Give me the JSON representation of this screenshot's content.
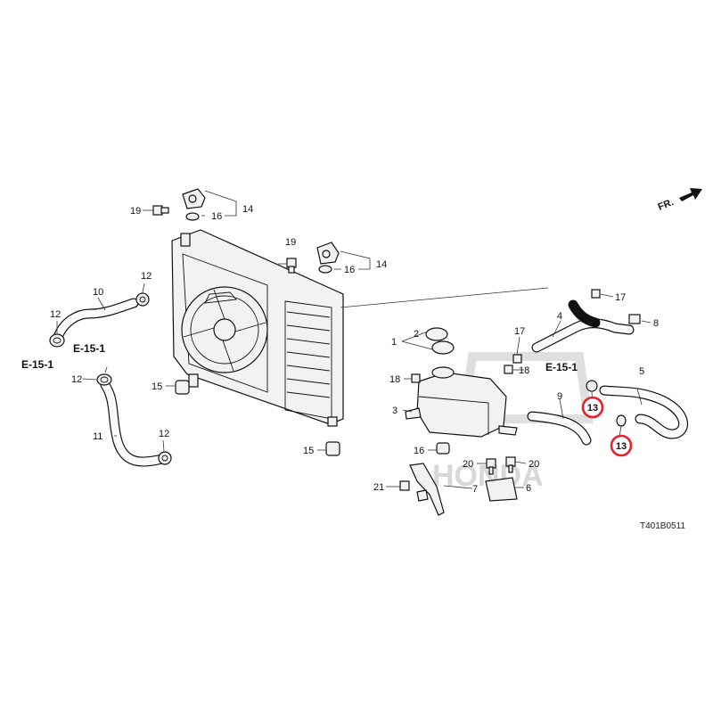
{
  "diagram": {
    "direction_label": "FR.",
    "diagram_code": "T401B0511",
    "highlight_color": "#e8202a",
    "reference_label": "E-15-1",
    "watermark_text": "HONDA",
    "callouts": {
      "p1": "1",
      "p2": "2",
      "p3": "3",
      "p4": "4",
      "p5": "5",
      "p6": "6",
      "p7": "7",
      "p8": "8",
      "p9": "9",
      "p10": "10",
      "p11": "11",
      "p12a": "12",
      "p12b": "12",
      "p12c": "12",
      "p12d": "12",
      "p13a": "13",
      "p13b": "13",
      "p14a": "14",
      "p14b": "14",
      "p15a": "15",
      "p15b": "15",
      "p16a": "16",
      "p16b": "16",
      "p16c": "16",
      "p17a": "17",
      "p17b": "17",
      "p18a": "18",
      "p18b": "18",
      "p19a": "19",
      "p19b": "19",
      "p20a": "20",
      "p20b": "20",
      "p21": "21"
    },
    "references": {
      "r1": "E-15-1",
      "r2": "E-15-1",
      "r3": "E-15-1"
    }
  }
}
